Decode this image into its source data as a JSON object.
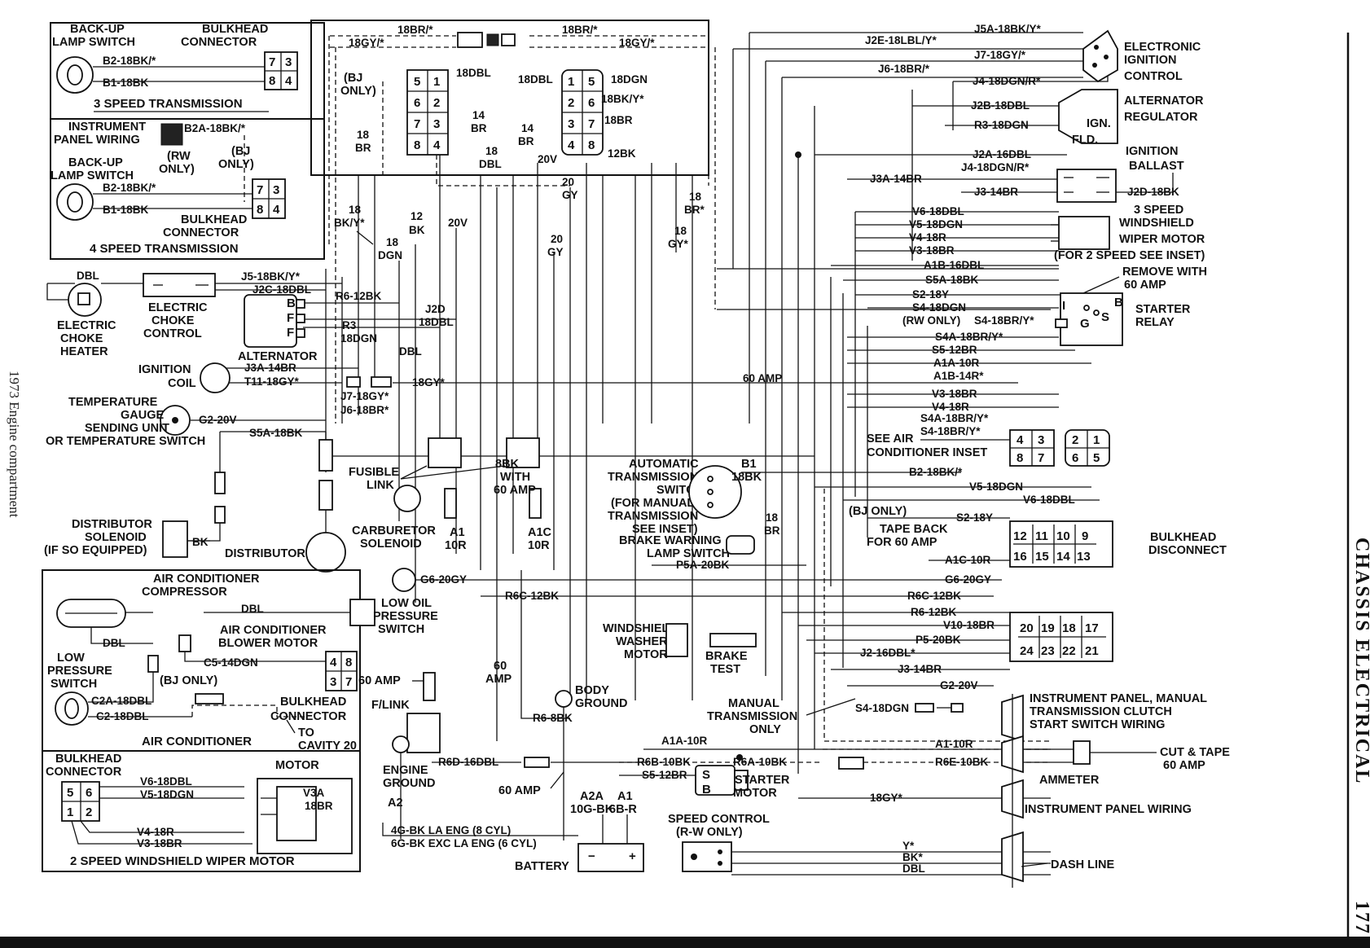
{
  "side_title": "1973 Engine compartment",
  "page_header": "CHASSIS ELECTRICAL",
  "page_number": "177",
  "inset_3spd": {
    "sw": [
      "BACK-UP",
      "LAMP SWITCH"
    ],
    "conn": [
      "BULKHEAD",
      "CONNECTOR"
    ],
    "w1": "B2-18BK/*",
    "w2": "B1-18BK",
    "pins": [
      "7",
      "3",
      "8",
      "4"
    ],
    "title": "3 SPEED TRANSMISSION"
  },
  "inset_4spd": {
    "ipw": [
      "INSTRUMENT",
      "PANEL WIRING"
    ],
    "w0": "B2A-18BK/*",
    "rw": [
      "(RW",
      "ONLY)"
    ],
    "bj": [
      "(BJ",
      "ONLY)"
    ],
    "sw": [
      "BACK-UP",
      "LAMP SWITCH"
    ],
    "w1": "B2-18BK/*",
    "w2": "B1-18BK",
    "conn": [
      "BULKHEAD",
      "CONNECTOR"
    ],
    "pins": [
      "7",
      "3",
      "8",
      "4"
    ],
    "title": "4 SPEED TRANSMISSION"
  },
  "top_box": {
    "w_18br_a": "18BR/*",
    "w_18br_b": "18BR/*",
    "w_18gy_a": "18GY/*",
    "w_18gy_b": "18GY/*",
    "bj": [
      "(BJ",
      "ONLY)"
    ],
    "pins_l": [
      "5",
      "1",
      "6",
      "2",
      "7",
      "3",
      "8",
      "4"
    ],
    "pins_r": [
      "1",
      "5",
      "2",
      "6",
      "3",
      "7",
      "4",
      "8"
    ],
    "l_18dbl": "18DBL",
    "l_14br": [
      "14",
      "BR"
    ],
    "l_18br": [
      "18",
      "BR"
    ],
    "l_18dbl_b": [
      "18",
      "DBL"
    ],
    "r_18dbl": "18DBL",
    "r_18dgn": "18DGN",
    "r_18bky": "18BK/Y*",
    "r_18br": "18BR",
    "r_14br": [
      "14",
      "BR"
    ],
    "r_20v": "20V",
    "r_12bk": "12BK"
  },
  "mid_labels": {
    "bky": [
      "18",
      "BK/Y*"
    ],
    "dgn": [
      "18",
      "DGN"
    ],
    "bk12": [
      "12",
      "BK"
    ],
    "v20": "20V",
    "gy20a": [
      "20",
      "GY"
    ],
    "gy20b": [
      "20",
      "GY"
    ],
    "br18": [
      "18",
      "BR*"
    ],
    "gy18": [
      "18",
      "GY*"
    ],
    "dbl": "DBL",
    "r3": [
      "R3",
      "18DGN"
    ],
    "j2d": [
      "J2D",
      "18DBL"
    ],
    "r6": "R6-12BK",
    "j5": "J5-18BK/Y*",
    "j2c": "J2C-18DBL",
    "j3a": "J3A-14BR",
    "t11": "T11-18GY*",
    "gy18b": "18GY*",
    "j7": "J7-18GY*",
    "j6": "J6-18BR*",
    "g2": "G2-20V",
    "s5a": "S5A-18BK",
    "amp60": "60 AMP"
  },
  "left_parts": {
    "choke_heater": [
      "ELECTRIC",
      "CHOKE",
      "HEATER"
    ],
    "dbl": "DBL",
    "choke_ctrl": [
      "ELECTRIC",
      "CHOKE",
      "CONTROL"
    ],
    "alt_pins": [
      "B",
      "F",
      "F"
    ],
    "alternator": "ALTERNATOR",
    "ign_coil": [
      "IGNITION",
      "COIL"
    ],
    "temp": [
      "TEMPERATURE",
      "GAUGE",
      "SENDING UNIT",
      "OR TEMPERATURE SWITCH"
    ],
    "dist_sol": [
      "DISTRIBUTOR",
      "SOLENOID",
      "(IF SO EQUIPPED)"
    ],
    "bk": "BK",
    "distributor": "DISTRIBUTOR",
    "fusible": [
      "FUSIBLE",
      "LINK"
    ],
    "carb": [
      "CARBURETOR",
      "SOLENOID"
    ],
    "bk8": [
      "8BK",
      "WITH",
      "60 AMP"
    ],
    "a1": [
      "A1",
      "10R"
    ],
    "a1c": [
      "A1C",
      "10R"
    ]
  },
  "ac_inset": {
    "comp": [
      "AIR CONDITIONER",
      "COMPRESSOR"
    ],
    "dbl1": "DBL",
    "dbl2": "DBL",
    "blower": [
      "AIR CONDITIONER",
      "BLOWER MOTOR"
    ],
    "lps": [
      "LOW",
      "PRESSURE",
      "SWITCH"
    ],
    "c5": "C5-14DGN",
    "bj": "(BJ ONLY)",
    "c2a": "C2A-18DBL",
    "c2": "C2-18DBL",
    "pins": [
      "4",
      "8",
      "3",
      "7"
    ],
    "conn": [
      "BULKHEAD",
      "CONNECTOR"
    ],
    "to": [
      "TO",
      "CAVITY 20"
    ],
    "title": "AIR CONDITIONER"
  },
  "wiper2": {
    "conn": [
      "BULKHEAD",
      "CONNECTOR"
    ],
    "motor": "MOTOR",
    "v6": "V6-18DBL",
    "v5": "V5-18DGN",
    "v4": "V4-18R",
    "v3": "V3-18BR",
    "v3a": [
      "V3A",
      "18BR"
    ],
    "pins": [
      "5",
      "6",
      "1",
      "2"
    ],
    "title": "2 SPEED WINDSHIELD WIPER MOTOR"
  },
  "center_parts": {
    "g6": "G6-20GY",
    "lops": [
      "LOW OIL",
      "PRESSURE",
      "SWITCH"
    ],
    "r6c": "R6C-12BK",
    "amp60_a": "60 AMP",
    "flink": "F/LINK",
    "amp60_b": [
      "60",
      "AMP"
    ],
    "r68": "R6-8BK",
    "body_gnd": [
      "BODY",
      "GROUND"
    ],
    "eng_gnd": [
      "ENGINE",
      "GROUND"
    ],
    "a2": "A2",
    "r6d": "R6D-16DBL",
    "amp60_c": "60 AMP",
    "a2a": [
      "A2A",
      "10G-BK"
    ],
    "a1b": [
      "A1",
      "6B-R"
    ],
    "gnd_note": [
      "4G-BK LA ENG (8 CYL)",
      "6G-BK EXC LA ENG (6 CYL)"
    ],
    "battery": "BATTERY",
    "ats": [
      "AUTOMATIC",
      "TRANSMISSION",
      "SWITCH",
      "(FOR MANUAL",
      "TRANSMISSION",
      "SEE INSET)"
    ],
    "b1": [
      "B1",
      "18BK"
    ],
    "br18": [
      "18",
      "BR"
    ],
    "brake_sw": [
      "BRAKE WARNING",
      "LAMP SWITCH"
    ],
    "p5a": "P5A-20BK",
    "washer": [
      "WINDSHIELD",
      "WASHER",
      "MOTOR"
    ],
    "brake_test": [
      "BRAKE",
      "TEST"
    ],
    "manual": [
      "MANUAL",
      "TRANSMISSION",
      "ONLY"
    ],
    "a1a": "A1A-10R",
    "r6b": "R6B-10BK",
    "s5": "S5-12BR",
    "r6a": "R6A-10BK",
    "sm_s": "S",
    "sm_b": "B",
    "starter_motor": [
      "STARTER",
      "MOTOR"
    ],
    "speed_ctrl": [
      "SPEED CONTROL",
      "(R-W ONLY)"
    ]
  },
  "right_parts": {
    "eic": [
      "ELECTRONIC",
      "IGNITION",
      "CONTROL"
    ],
    "alt_reg": [
      "ALTERNATOR",
      "REGULATOR"
    ],
    "reg_ign": "IGN.",
    "reg_fld": "FLD.",
    "ign_ballast": [
      "IGNITION",
      "BALLAST"
    ],
    "wiper3": [
      "3 SPEED",
      "WINDSHIELD",
      "WIPER MOTOR",
      "(FOR 2 SPEED SEE INSET)"
    ],
    "remove60": [
      "REMOVE WITH",
      "60 AMP"
    ],
    "starter_relay": [
      "STARTER",
      "RELAY"
    ],
    "sr_i": "I",
    "sr_s": "S",
    "sr_b": "B",
    "sr_g": "G",
    "see_ac": [
      "SEE AIR",
      "CONDITIONER INSET"
    ],
    "conn_a": [
      "4",
      "3",
      "8",
      "7"
    ],
    "conn_b": [
      "2",
      "1",
      "6",
      "5"
    ],
    "bj_only": "(BJ ONLY)",
    "tape_back": [
      "TAPE BACK",
      "FOR 60 AMP"
    ],
    "bulk_pins1": [
      "12",
      "11",
      "10",
      "9",
      "16",
      "15",
      "14",
      "13"
    ],
    "bulk_disc": [
      "BULKHEAD",
      "DISCONNECT"
    ],
    "bulk_pins2": [
      "20",
      "19",
      "18",
      "17",
      "24",
      "23",
      "22",
      "21"
    ],
    "ipm": [
      "INSTRUMENT PANEL, MANUAL",
      "TRANSMISSION CLUTCH",
      "START SWITCH WIRING"
    ],
    "ammeter": "AMMETER",
    "cut_tape": [
      "CUT & TAPE",
      "60 AMP"
    ],
    "ipw": "INSTRUMENT PANEL WIRING",
    "dash_line": "DASH LINE"
  },
  "right_wires": {
    "j5a": "J5A-18BK/Y*",
    "j2e": "J2E-18LBL/Y*",
    "j7": "J7-18GY/*",
    "j6": "J6-18BR/*",
    "j4": "J4-18DGN/R*",
    "j2b": "J2B-18DBL",
    "r3": "R3-18DGN",
    "j2a": "J2A-16DBL",
    "j4b": "J4-18DGN/R*",
    "j3a": "J3A-14BR",
    "j3": "J3-14BR",
    "j2d": "J2D-18BK",
    "v6": "V6-18DBL",
    "v5": "V5-18DGN",
    "v4": "V4-18R",
    "v3": "V3-18BR",
    "a1b": "A1B-16DBL",
    "s5a": "S5A-18BK",
    "s2": "S2-18Y",
    "s4": "S4-18DGN",
    "rw_only": "(RW ONLY)",
    "s4b": "S4-18BR/Y*",
    "s4a": "S4A-18BR/Y*",
    "s5": "S5-12BR",
    "a1a": "A1A-10R",
    "a1b2": "A1B-14R*",
    "v3b": "V3-18BR",
    "v4b": "V4-18R",
    "s4a2": "S4A-18BR/Y*",
    "s4b2": "S4-18BR/Y*",
    "b2": "B2-18BK/*",
    "v5b": "V5-18DGN",
    "v6b": "V6-18DBL",
    "s2b": "S2-18Y",
    "a1c": "A1C-10R",
    "g6": "G6-20GY",
    "r6c": "R6C-12BK",
    "r6": "R6-12BK",
    "v10": "V10-18BR",
    "p5": "P5-20BK",
    "j2": "J2-16DBL*",
    "j3b": "J3-14BR",
    "g2": "G2-20V",
    "s4c": "S4-18DGN",
    "a1": "A1-10R",
    "r6e": "R6E-10BK",
    "gy18": "18GY*",
    "y": "Y*",
    "bk": "BK*",
    "dbl": "DBL"
  }
}
